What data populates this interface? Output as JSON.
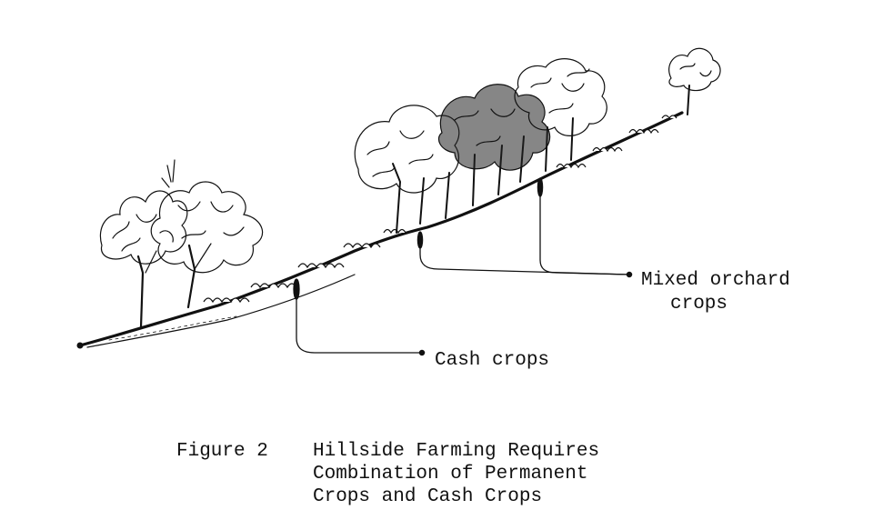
{
  "labels": {
    "mixed_orchard_line1": "Mixed orchard",
    "mixed_orchard_line2": "crops",
    "cash_crops": "Cash crops"
  },
  "caption": {
    "prefix": "Figure 2",
    "line1": "Hillside Farming Requires",
    "line2": "Combination of Permanent",
    "line3": "Crops and Cash Crops"
  },
  "colors": {
    "ink": "#111111",
    "background": "#ffffff"
  }
}
